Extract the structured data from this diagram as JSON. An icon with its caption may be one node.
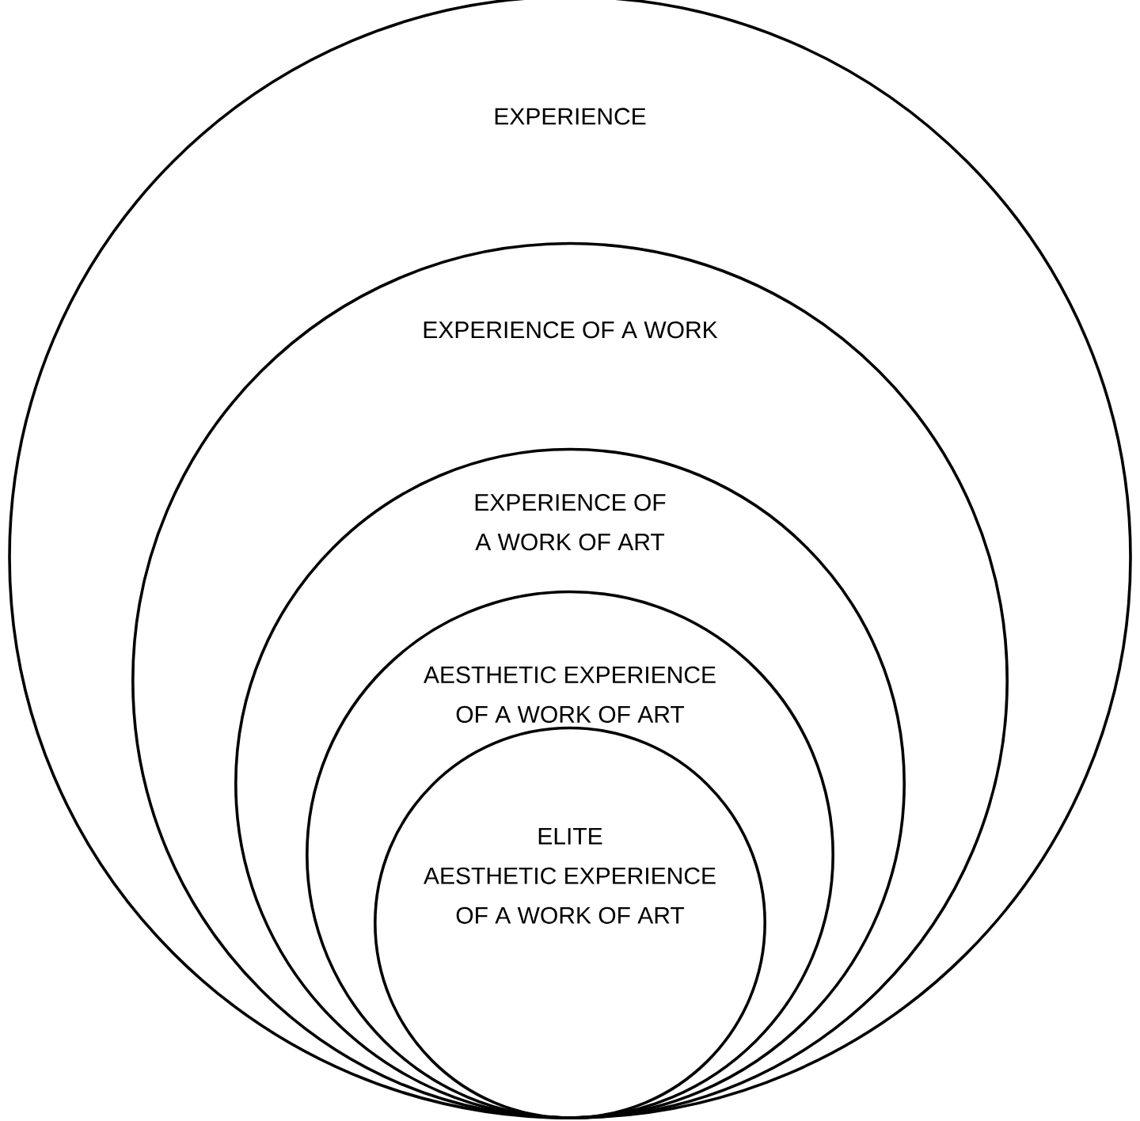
{
  "diagram": {
    "nodes": [
      {
        "text": [
          "EXPERIENCE"
        ]
      },
      {
        "text": [
          "EXPERIENCE OF A WORK"
        ],
        "in": 0
      },
      {
        "text": [
          "EXPERIENCE OF A WORK OF ART"
        ],
        "in": 1
      },
      {
        "text": [
          "AESTHETIC EXPERIENCE OF A WORK OF ART"
        ],
        "in": 2
      },
      {
        "text": [
          "ELITE AESTHETIC EXPERIENCE OF A WORK OF ART"
        ],
        "in": 3
      }
    ]
  }
}
